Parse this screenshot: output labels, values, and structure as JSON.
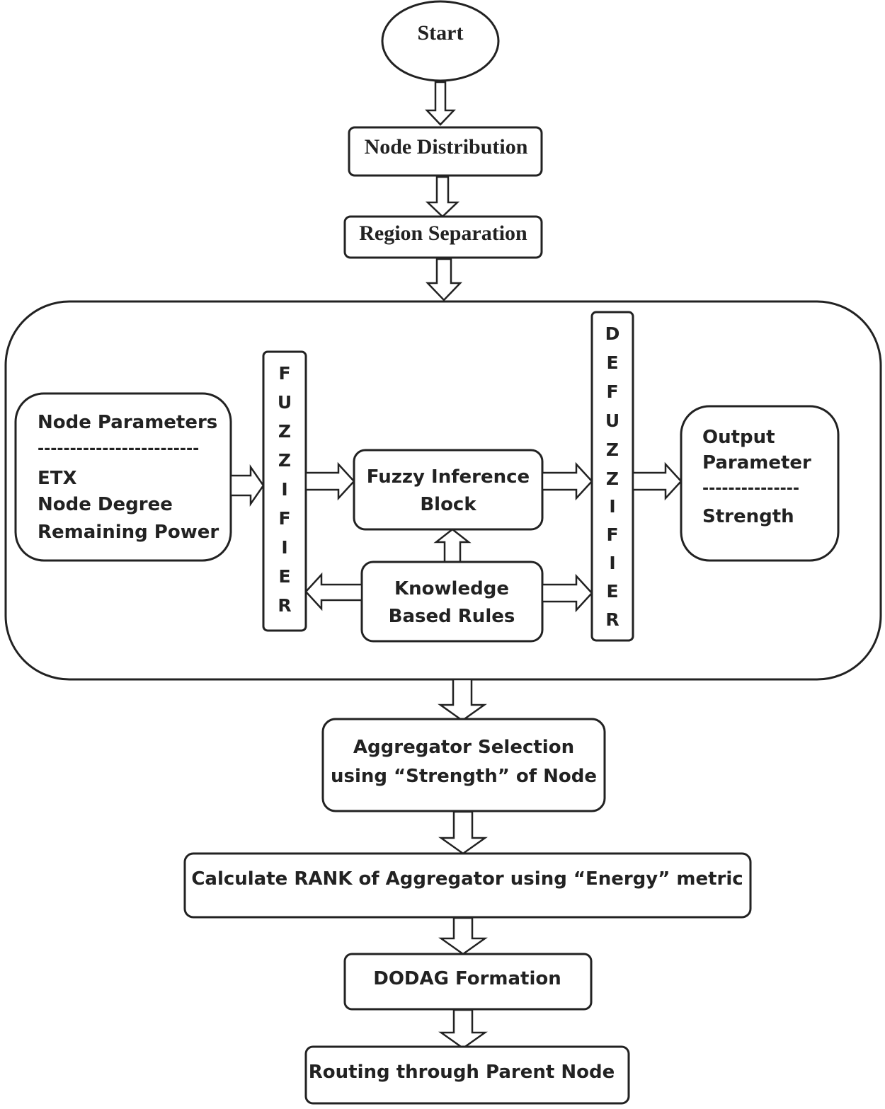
{
  "nodes": {
    "start": "Start",
    "node_distribution": "Node Distribution",
    "region_separation": "Region Separation",
    "node_parameters": {
      "title": "Node Parameters",
      "separator": "-------------------------",
      "items": [
        "ETX",
        "Node Degree",
        "Remaining Power"
      ]
    },
    "fuzzifier": [
      "F",
      "U",
      "Z",
      "Z",
      "I",
      "F",
      "I",
      "E",
      "R"
    ],
    "fuzzy_inference": [
      "Fuzzy Inference",
      "Block"
    ],
    "knowledge_rules": [
      "Knowledge",
      "Based Rules"
    ],
    "defuzzifier": [
      "D",
      "E",
      "F",
      "U",
      "Z",
      "Z",
      "I",
      "F",
      "I",
      "E",
      "R"
    ],
    "output": {
      "lines": [
        "Output",
        "Parameter"
      ],
      "separator": "---------------",
      "value": "Strength"
    },
    "aggregator_selection": [
      "Aggregator Selection",
      "using “Strength” of Node"
    ],
    "calculate_rank": "Calculate RANK of Aggregator using “Energy” metric",
    "dodag_formation": "DODAG Formation",
    "routing": "Routing through Parent Node"
  }
}
